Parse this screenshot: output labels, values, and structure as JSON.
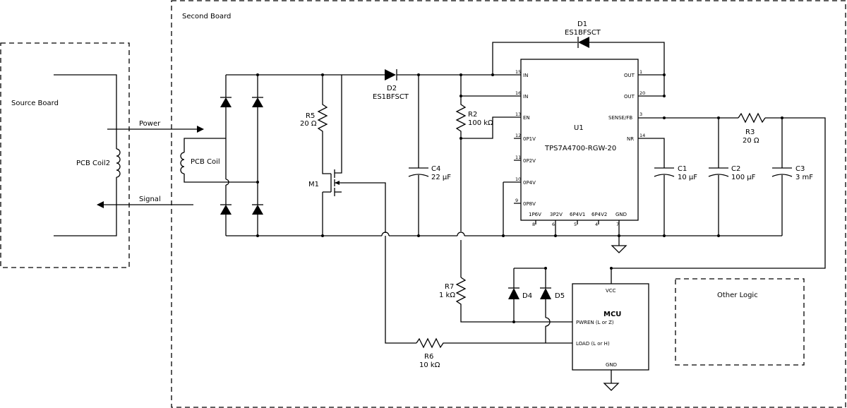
{
  "regions": {
    "source_board": "Source Board",
    "second_board": "Second Board",
    "other_logic": "Other Logic"
  },
  "signals": {
    "power": "Power",
    "signal": "Signal"
  },
  "coils": {
    "coil2": "PCB Coil2",
    "coil": "PCB Coil"
  },
  "components": {
    "d1": {
      "ref": "D1",
      "value": "ES1BFSCT"
    },
    "d2": {
      "ref": "D2",
      "value": "ES1BFSCT"
    },
    "r5": {
      "ref": "R5",
      "value": "20 Ω"
    },
    "m1": {
      "ref": "M1"
    },
    "c4": {
      "ref": "C4",
      "value": "22 µF"
    },
    "r2": {
      "ref": "R2",
      "value": "100 kΩ"
    },
    "r3": {
      "ref": "R3",
      "value": "20 Ω"
    },
    "c1": {
      "ref": "C1",
      "value": "10 µF"
    },
    "c2": {
      "ref": "C2",
      "value": "100 µF"
    },
    "c3": {
      "ref": "C3",
      "value": "3 mF"
    },
    "r7": {
      "ref": "R7",
      "value": "1 kΩ"
    },
    "d4": {
      "ref": "D4"
    },
    "d5": {
      "ref": "D5"
    },
    "r6": {
      "ref": "R6",
      "value": "10 kΩ"
    }
  },
  "u1": {
    "ref": "U1",
    "part": "TPS7A4700-RGW-20",
    "pins": {
      "in15": {
        "name": "IN",
        "num": "15"
      },
      "in16": {
        "name": "IN",
        "num": "16"
      },
      "en": {
        "name": "EN",
        "num": "13"
      },
      "p01v": {
        "name": "0P1V",
        "num": "12"
      },
      "p02v": {
        "name": "0P2V",
        "num": "11"
      },
      "p04v": {
        "name": "0P4V",
        "num": "10"
      },
      "p08v": {
        "name": "0P8V",
        "num": "9"
      },
      "out1": {
        "name": "OUT",
        "num": "1"
      },
      "out20": {
        "name": "OUT",
        "num": "20"
      },
      "sense": {
        "name": "SENSE/FB",
        "num": "3"
      },
      "nr": {
        "name": "NR",
        "num": "14"
      },
      "p16v": {
        "name": "1P6V",
        "num": "8"
      },
      "p32v": {
        "name": "3P2V",
        "num": "6"
      },
      "p64v1": {
        "name": "6P4V1",
        "num": "5"
      },
      "p64v2": {
        "name": "6P4V2",
        "num": "4"
      },
      "gnd": {
        "name": "GND",
        "num": "7"
      }
    }
  },
  "mcu": {
    "title": "MCU",
    "vcc": "VCC",
    "pwren": "PWREN (L or Z)",
    "load": "LOAD (L or H)",
    "gnd": "GND"
  }
}
